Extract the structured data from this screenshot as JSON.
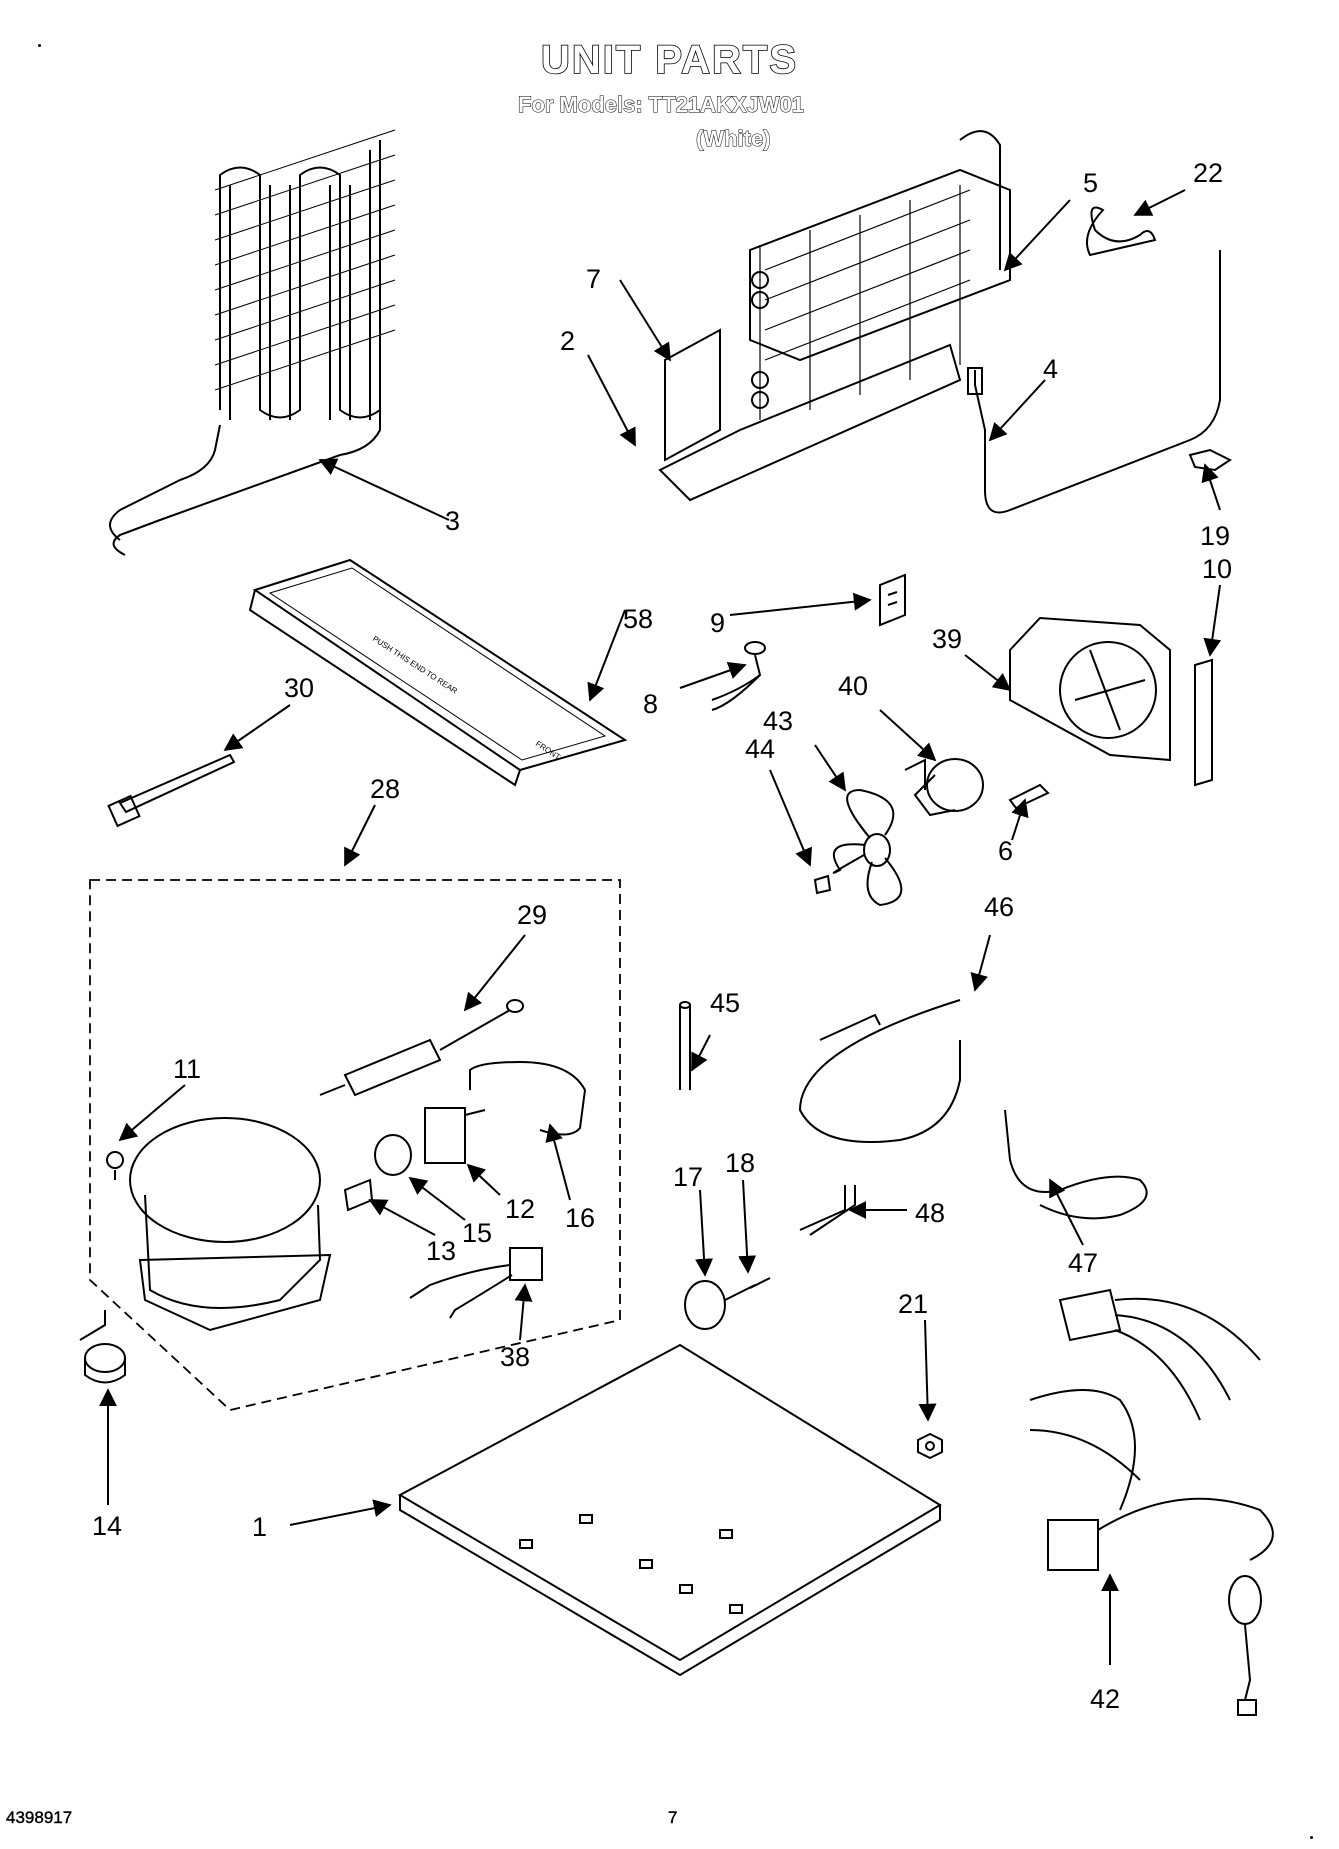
{
  "header": {
    "title": "UNIT PARTS",
    "models_line": "For Models: TT21AKXJW01",
    "color_line": "(White)"
  },
  "footer": {
    "doc_number": "4398917",
    "page_number": "7"
  },
  "callouts": {
    "p1": "1",
    "p2": "2",
    "p3": "3",
    "p4": "4",
    "p5": "5",
    "p6": "6",
    "p7": "7",
    "p8": "8",
    "p9": "9",
    "p10": "10",
    "p11": "11",
    "p12": "12",
    "p13": "13",
    "p14": "14",
    "p15": "15",
    "p16": "16",
    "p17": "17",
    "p18": "18",
    "p19": "19",
    "p21": "21",
    "p22": "22",
    "p28": "28",
    "p29": "29",
    "p30": "30",
    "p38": "38",
    "p39": "39",
    "p40": "40",
    "p42": "42",
    "p43": "43",
    "p44": "44",
    "p45": "45",
    "p46": "46",
    "p47": "47",
    "p48": "48",
    "p58": "58"
  },
  "drip_tray_text": {
    "instruction": "PUSH THIS END TO REAR",
    "front": "FRONT"
  }
}
